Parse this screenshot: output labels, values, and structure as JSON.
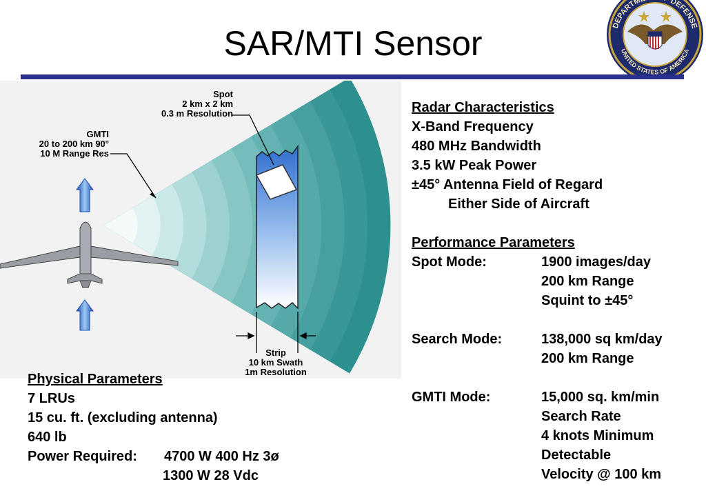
{
  "title": "SAR/MTI Sensor",
  "colors": {
    "rule": "#2b2f8c",
    "fan": "#2e8f8f",
    "strip_top": "#2f6fd0"
  },
  "seal": {
    "ring_text": "DEPARTMENT OF DEFENSE",
    "bottom_text": "UNITED STATES OF AMERICA"
  },
  "diagram": {
    "gmti_label": [
      "GMTI",
      "20 to 200 km 90°",
      "10 M Range Res"
    ],
    "spot_label": [
      "Spot",
      "2 km x 2 km",
      "0.3 m Resolution"
    ],
    "strip_label": [
      "Strip",
      "10 km Swath",
      "1m Resolution"
    ]
  },
  "radar": {
    "heading": "Radar Characteristics",
    "items": [
      "X-Band Frequency",
      "480 MHz Bandwidth",
      "3.5 kW Peak Power",
      "±45° Antenna Field of Regard",
      "Either Side of Aircraft"
    ]
  },
  "performance": {
    "heading": "Performance Parameters",
    "spot": {
      "label": "Spot Mode:",
      "values": [
        "1900 images/day",
        "200 km Range",
        "Squint to ±45°"
      ]
    },
    "search": {
      "label": "Search Mode:",
      "values": [
        "138,000 sq km/day",
        "200 km Range"
      ]
    },
    "gmti": {
      "label": "GMTI Mode:",
      "values": [
        "15,000 sq. km/min",
        "Search Rate",
        "4 knots Minimum",
        "Detectable",
        "Velocity @ 100 km"
      ]
    }
  },
  "physical": {
    "heading": "Physical Parameters",
    "items": [
      "7 LRUs",
      "15 cu. ft. (excluding antenna)",
      "640 lb"
    ],
    "power_label": "Power Required:",
    "power_values": [
      "4700 W 400 Hz 3ø",
      "1300 W 28 Vdc"
    ]
  }
}
